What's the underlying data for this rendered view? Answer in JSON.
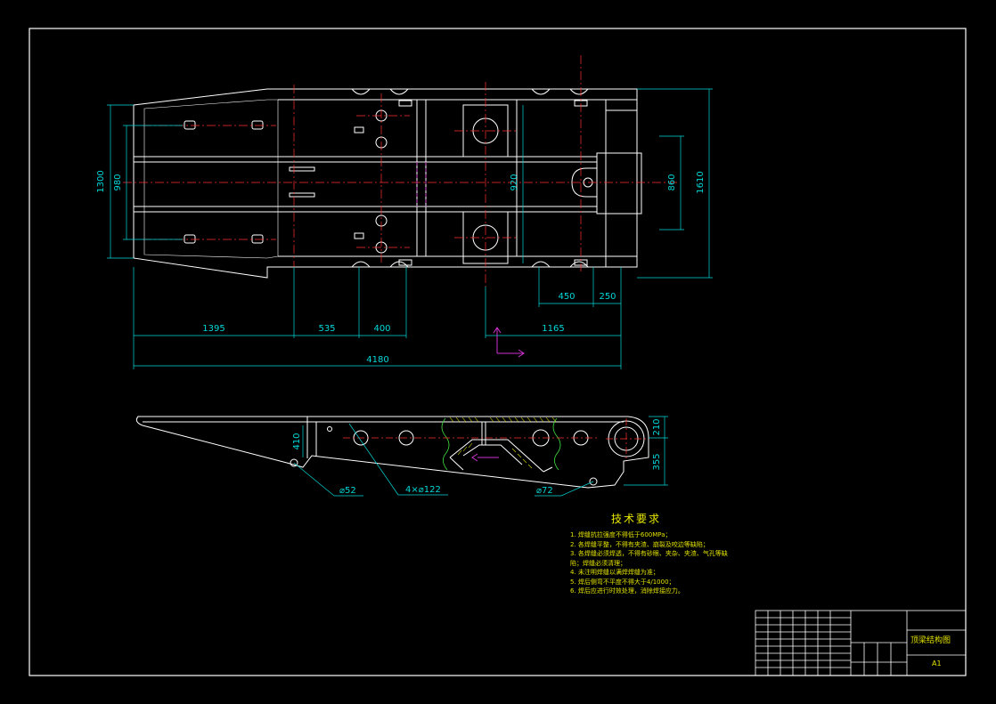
{
  "colors": {
    "background": "#000000",
    "outline": "#ffffff",
    "dimension": "#00d8d8",
    "centerline": "#ff3030",
    "hidden": "#d030d0",
    "text_yellow": "#e0e000",
    "hatch": "#e0e000"
  },
  "dimensions_top": {
    "d1300": "1300",
    "d980": "980",
    "d920": "920",
    "d860": "860",
    "d1610": "1610",
    "d450": "450",
    "d250": "250",
    "d1395": "1395",
    "d535": "535",
    "d400": "400",
    "d1165": "1165",
    "d4180": "4180"
  },
  "dimensions_side": {
    "d410": "410",
    "d210": "210",
    "d355": "355",
    "phi52": "⌀52",
    "hole4x122": "4×⌀122",
    "phi72": "⌀72"
  },
  "technical_requirements": {
    "title": "技术要求",
    "items": [
      "1. 焊缝抗拉强度不得低于600MPa；",
      "2. 各焊缝平整，不得有夹渣、崩裂及咬边等缺陷；",
      "3. 各焊缝必须焊透，不得有砂眼、夹杂、夹渣、气孔等缺陷；焊缝必须清理；",
      "4. 未注明焊缝以满焊焊缝为准；",
      "5. 焊后侧弯不平度不得大于4/1000；",
      "6. 焊后应进行时效处理，消除焊接应力。"
    ]
  },
  "title_block": {
    "drawing_name": "顶梁结构图",
    "scale": "A1"
  }
}
